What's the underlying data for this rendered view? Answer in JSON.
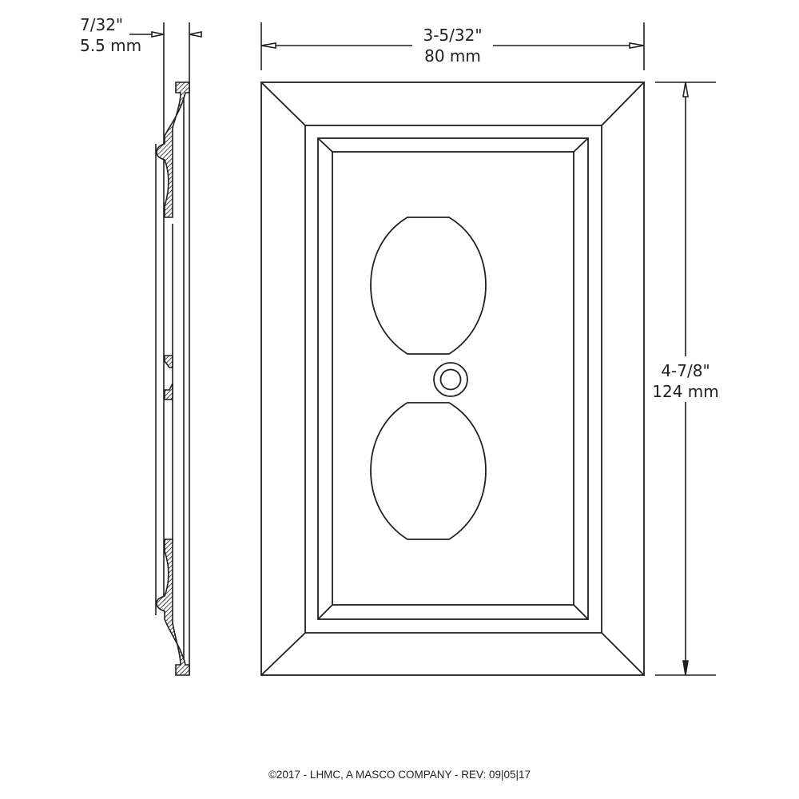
{
  "drawing": {
    "subject": "Duplex outlet wall plate",
    "line_color": "#231f20",
    "background": "#ffffff"
  },
  "dimensions": {
    "depth": {
      "imperial": "7/32\"",
      "metric": "5.5 mm"
    },
    "width": {
      "imperial": "3-5/32\"",
      "metric": "80 mm"
    },
    "height": {
      "imperial": "4-7/8\"",
      "metric": "124 mm"
    }
  },
  "views": {
    "side_profile": {
      "label": "side-profile-view"
    },
    "front": {
      "label": "front-view",
      "receptacle_count": 2,
      "screw_holes": 1
    }
  },
  "footer": {
    "text": "©2017 - LHMC, A MASCO COMPANY - REV: 09|05|17"
  }
}
